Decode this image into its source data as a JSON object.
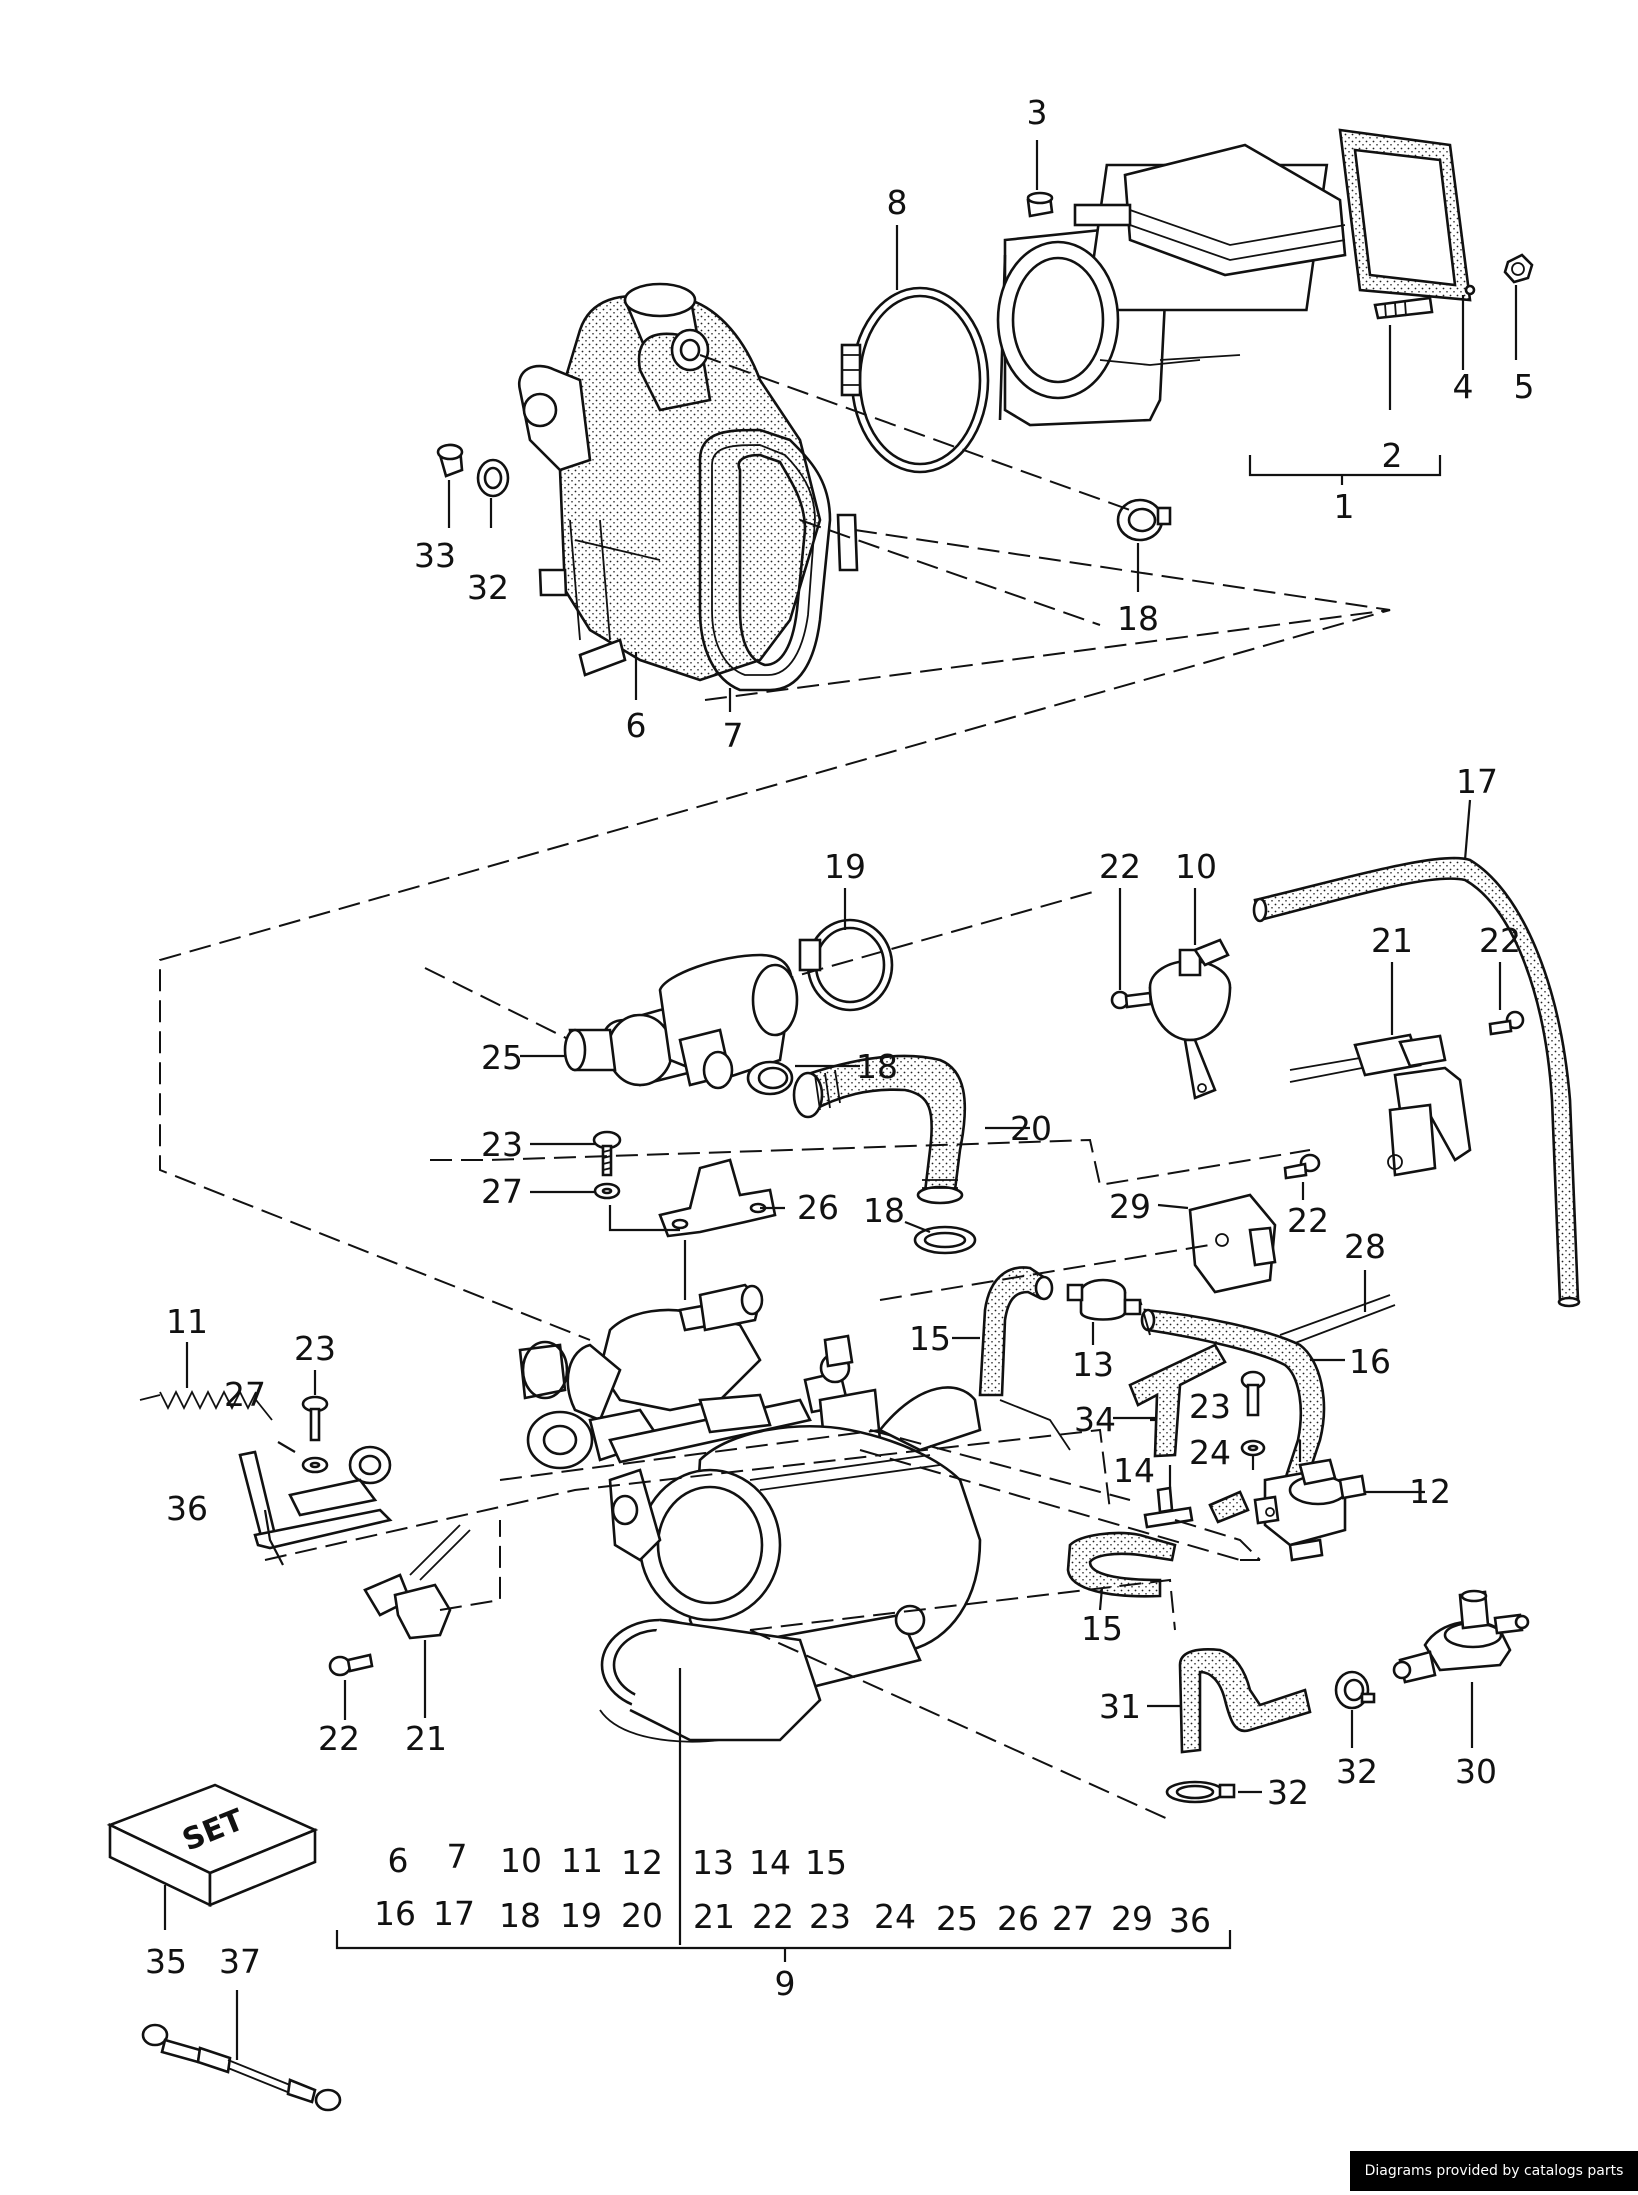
{
  "credit": "Diagrams provided by catalogs parts",
  "labels": {
    "l1": "1",
    "l2": "2",
    "l3": "3",
    "l4": "4",
    "l5": "5",
    "l6": "6",
    "l7": "7",
    "l8": "8",
    "l9": "9",
    "l10": "10",
    "l11": "11",
    "l12": "12",
    "l13": "13",
    "l14a": "14",
    "l15a": "15",
    "l15b": "15",
    "l16": "16",
    "l17": "17",
    "l18a": "18",
    "l18b": "18",
    "l18c": "18",
    "l19": "19",
    "l20": "20",
    "l21a": "21",
    "l21b": "21",
    "l22a": "22",
    "l22b": "22",
    "l22c": "22",
    "l22d": "22",
    "l23a": "23",
    "l23b": "23",
    "l23c": "23",
    "l24": "24",
    "l25": "25",
    "l26": "26",
    "l27a": "27",
    "l27b": "27",
    "l28": "28",
    "l29": "29",
    "l30": "30",
    "l31": "31",
    "l32a": "32",
    "l32b": "32",
    "l32c": "32",
    "l33": "33",
    "l34": "34",
    "l35": "35",
    "l36": "36",
    "l37": "37"
  },
  "set_box": {
    "text": "SET"
  },
  "kit_row1": [
    "6",
    "7",
    "10",
    "11",
    "12",
    "13",
    "14",
    "15"
  ],
  "kit_row2": [
    "16",
    "17",
    "18",
    "19",
    "20",
    "21",
    "22",
    "23",
    "24",
    "25",
    "26",
    "27",
    "29",
    "36"
  ],
  "icons": [
    "air-flow-meter-icon",
    "intake-distributor-icon",
    "throttle-housing-icon",
    "idle-valve-icon",
    "hose-clamp-icon",
    "vacuum-unit-icon",
    "solenoid-valve-icon",
    "connector-icon",
    "spring-icon",
    "bracket-icon",
    "screw-icon",
    "hose-icon",
    "rod-icon",
    "kit-box-icon"
  ]
}
